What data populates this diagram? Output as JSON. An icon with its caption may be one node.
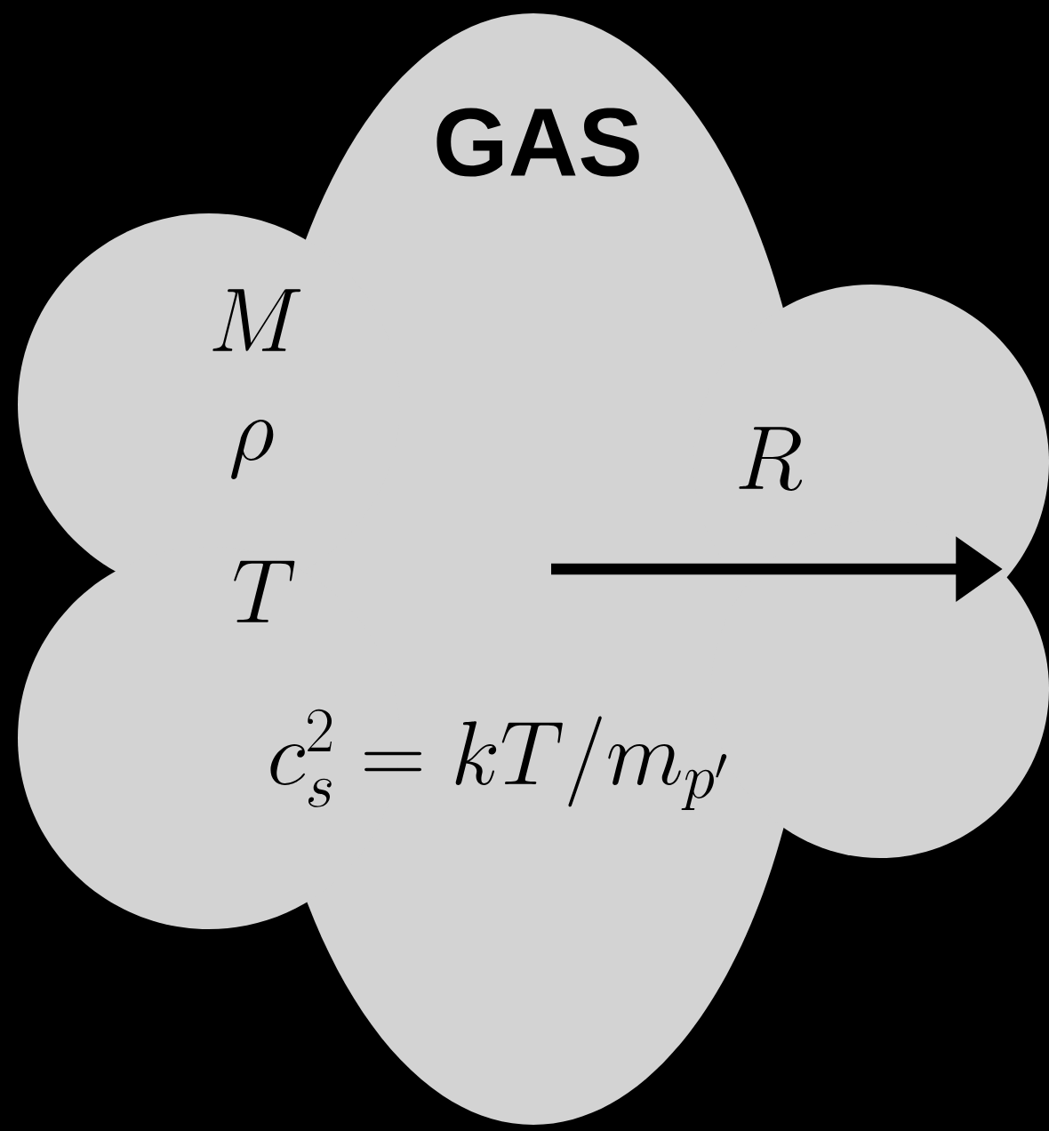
{
  "diagram": {
    "nodes": [
      {
        "text": [
          "GAS"
        ]
      }
    ],
    "labels": [
      "M",
      "\\rho",
      "R",
      "T",
      "c_s^2 = kT/m_{p'}"
    ]
  }
}
